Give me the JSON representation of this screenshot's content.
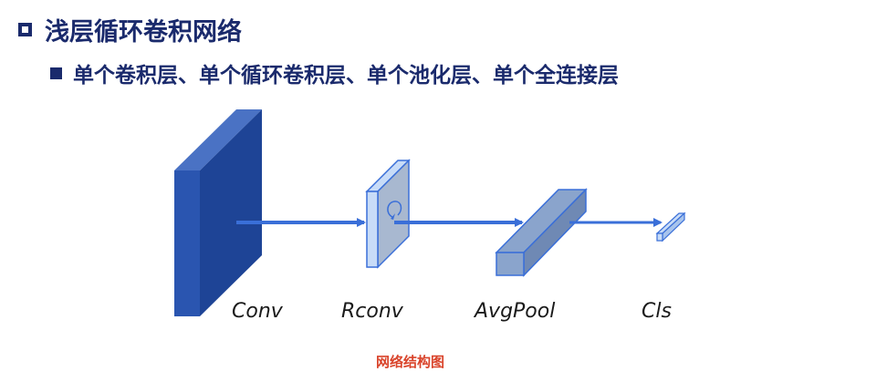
{
  "slide": {
    "title": "浅层循环卷积网络",
    "title_bullet_icon": "hollow-square",
    "subtitle": "单个卷积层、单个循环卷积层、单个池化层、单个全连接层",
    "subtitle_bullet_icon": "filled-square"
  },
  "diagram": {
    "layers": [
      {
        "id": "conv",
        "label": "Conv"
      },
      {
        "id": "rconv",
        "label": "Rconv",
        "icon": "recurrent-loop-arrow"
      },
      {
        "id": "avgpool",
        "label": "AvgPool"
      },
      {
        "id": "cls",
        "label": "Cls"
      }
    ],
    "caption": "网络结构图",
    "colors": {
      "text": "#1a2a6c",
      "caption": "#d9432a",
      "arrow": "#3a6fd8",
      "conv_front": "#2a55b0",
      "conv_side": "#1e4496",
      "conv_top": "#4a72c4",
      "light_front": "#c8dcf8",
      "light_side": "#a8b8d0",
      "pool_face": "#8aa4cc"
    }
  }
}
